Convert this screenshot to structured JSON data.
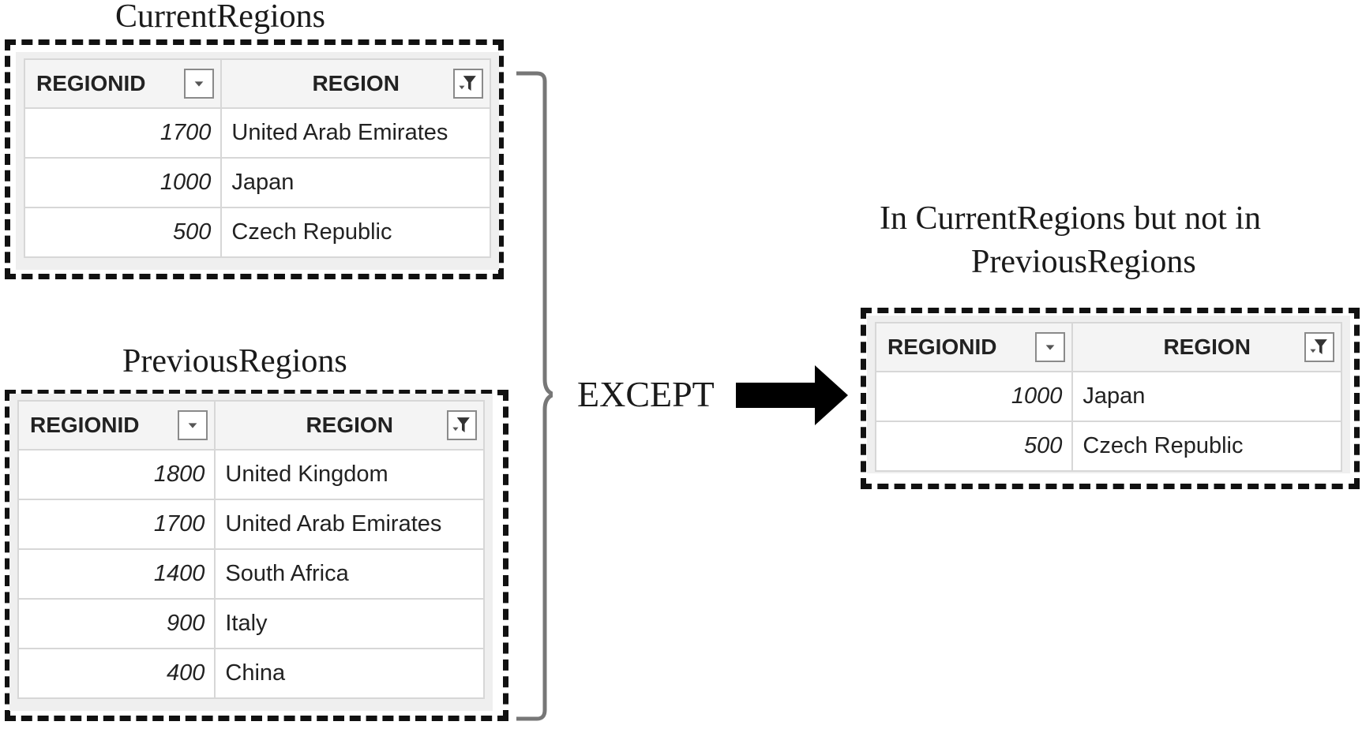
{
  "diagram": {
    "operator_label": "EXCEPT",
    "current": {
      "title": "CurrentRegions",
      "columns": [
        "REGIONID",
        "REGION"
      ],
      "rows": [
        {
          "id": "1700",
          "region": "United Arab Emirates"
        },
        {
          "id": "1000",
          "region": "Japan"
        },
        {
          "id": "500",
          "region": "Czech Republic"
        }
      ]
    },
    "previous": {
      "title": "PreviousRegions",
      "columns": [
        "REGIONID",
        "REGION"
      ],
      "rows": [
        {
          "id": "1800",
          "region": "United Kingdom"
        },
        {
          "id": "1700",
          "region": "United Arab Emirates"
        },
        {
          "id": "1400",
          "region": "South Africa"
        },
        {
          "id": "900",
          "region": "Italy"
        },
        {
          "id": "400",
          "region": "China"
        }
      ]
    },
    "result": {
      "title_line1": "In CurrentRegions but not in",
      "title_line2": "PreviousRegions",
      "columns": [
        "REGIONID",
        "REGION"
      ],
      "rows": [
        {
          "id": "1000",
          "region": "Japan"
        },
        {
          "id": "500",
          "region": "Czech Republic"
        }
      ]
    }
  }
}
